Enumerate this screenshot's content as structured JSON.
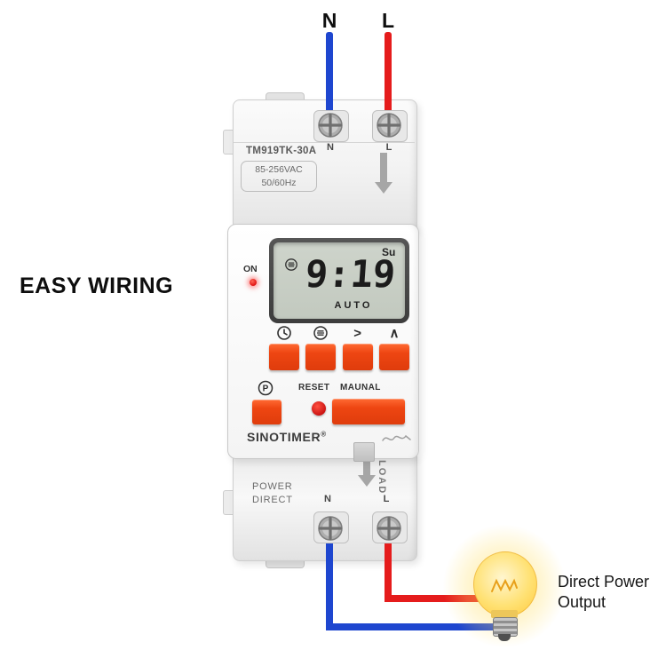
{
  "page": {
    "background": "#ffffff"
  },
  "annotations": {
    "easy_wiring": "EASY WIRING",
    "direct_power_line1": "Direct Power",
    "direct_power_line2": "Output"
  },
  "wiring": {
    "top_neutral_label": "N",
    "top_live_label": "L",
    "neutral_wire_color": "#1e46cf",
    "live_wire_color": "#e51c1c"
  },
  "device": {
    "model": "TM919TK-30A",
    "voltage": "85-256VAC",
    "frequency": "50/60Hz",
    "brand": "SINOTIMER",
    "brand_mark": "®",
    "top_terminals": {
      "neutral": "N",
      "live": "L"
    },
    "bottom_terminals": {
      "neutral": "N",
      "live": "L"
    },
    "lcd": {
      "indicator": "ON",
      "day": "Su",
      "time": "9:19",
      "mode": "AUTO"
    },
    "controls": {
      "program_symbol": "P",
      "reset_label": "RESET",
      "manual_label": "MAUNAL",
      "chevron_right": ">",
      "chevron_up": "∧"
    },
    "panel_labels": {
      "power_line1": "POWER",
      "power_line2": "DIRECT",
      "load": "LOAD"
    },
    "accent_orange": "#ee4612",
    "led_red": "#e01010",
    "lcd_screen_color": "#c9d0c6",
    "bulb_yellow": "#ffd54f"
  }
}
